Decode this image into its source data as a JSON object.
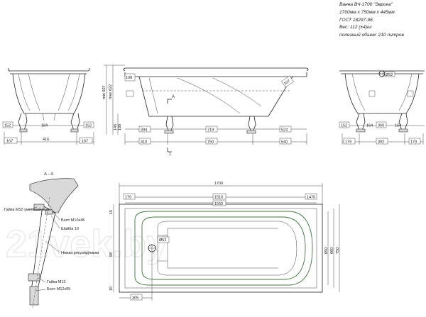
{
  "spec": {
    "title": "Ванна ВЧ-1700 \"Эврика\"",
    "size": "1700мм x 750мм x 445мм",
    "gost": "ГОСТ 18297-96",
    "weight": "Вес: 112 (±4)кг",
    "volume": "полезный объем: 210 литров"
  },
  "front_view": {
    "dims": [
      "152",
      "184",
      "152",
      "167",
      "416",
      "167"
    ]
  },
  "side_view": {
    "dims": [
      "108",
      "107",
      "min 607",
      "max 622",
      "145",
      "186",
      "394",
      "719",
      "524",
      "410",
      "750",
      "540"
    ],
    "section_label": "A",
    "bracket": "1"
  },
  "end_view": {
    "dims": [
      "152",
      "164",
      "360",
      "164",
      "179",
      "392",
      "179"
    ],
    "diameter": "Ø52"
  },
  "section_aa": {
    "title": "А - А",
    "callouts": [
      "Гайка М10 уменьшенная",
      "Болт М10х45",
      "Шайба 10",
      "Ножка регулируемая",
      "Гайка М12",
      "Болт М12х55"
    ]
  },
  "plan_view": {
    "dims": [
      "1700",
      "1510",
      "1560",
      "170",
      "1470",
      "15",
      "58",
      "650",
      "660",
      "750",
      "15",
      "305"
    ],
    "diameter": "Ø52"
  },
  "watermark": "21vek.by"
}
